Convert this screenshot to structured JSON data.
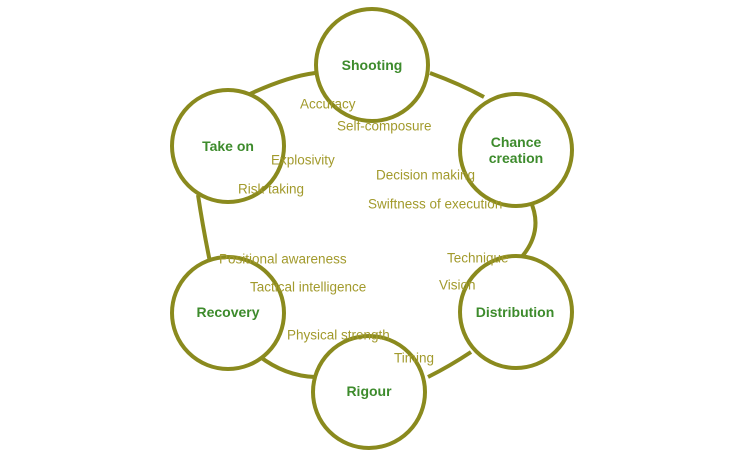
{
  "colors": {
    "outline": "#8a8a1e",
    "node_label": "#3d8b2c",
    "attribute": "#a29a2c",
    "node_fill": "#ffffff"
  },
  "nodes": [
    {
      "id": "shooting",
      "lines": [
        "Shooting"
      ]
    },
    {
      "id": "take-on",
      "lines": [
        "Take on"
      ]
    },
    {
      "id": "chance-creation",
      "lines": [
        "Chance",
        "creation"
      ]
    },
    {
      "id": "recovery",
      "lines": [
        "Recovery"
      ]
    },
    {
      "id": "distribution",
      "lines": [
        "Distribution"
      ]
    },
    {
      "id": "rigour",
      "lines": [
        "Rigour"
      ]
    }
  ],
  "attributes": [
    "Accuracy",
    "Self-composure",
    "Explosivity",
    "Risk taking",
    "Decision making",
    "Swiftness of execution",
    "Positional awareness",
    "Technique",
    "Tactical intelligence",
    "Vision",
    "Physical strength",
    "Timing"
  ]
}
